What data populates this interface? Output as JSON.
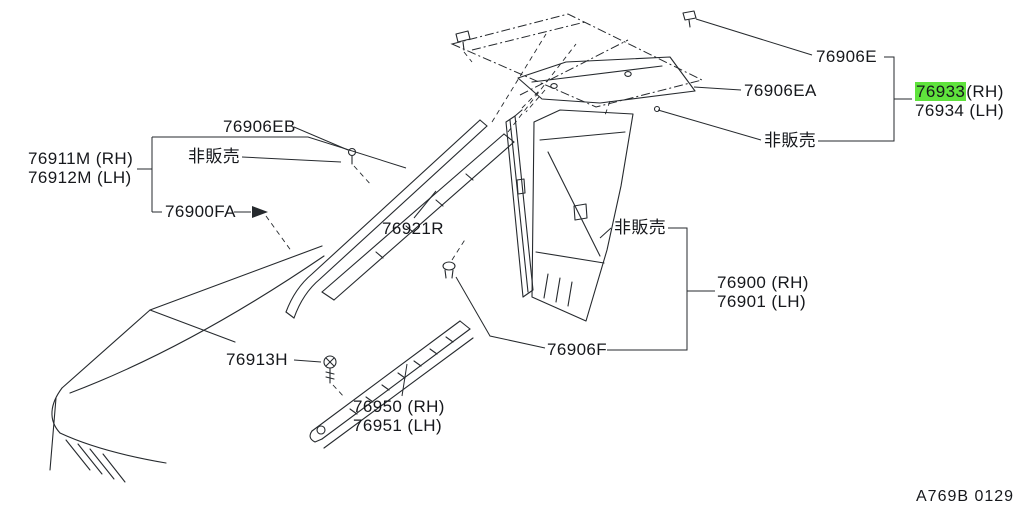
{
  "diagram": {
    "code": "A769B 0129",
    "highlight_color": "#5fe33c"
  },
  "labels": {
    "l76906E": {
      "text": "76906E"
    },
    "l76906EA": {
      "text": "76906EA"
    },
    "l76933": {
      "number": "76933",
      "side": "(RH)"
    },
    "l76934": {
      "text": "76934 (LH)"
    },
    "notSale1": {
      "text": "非販売"
    },
    "l76906EB": {
      "text": "76906EB"
    },
    "notSale2": {
      "text": "非販売"
    },
    "l76911M": {
      "text": "76911M (RH)"
    },
    "l76912M": {
      "text": "76912M (LH)"
    },
    "l76900FA": {
      "text": "76900FA"
    },
    "l76921R": {
      "text": "76921R"
    },
    "notSale3": {
      "text": "非販売"
    },
    "l76900": {
      "text": "76900 (RH)"
    },
    "l76901": {
      "text": "76901 (LH)"
    },
    "l76906F": {
      "text": "76906F"
    },
    "l76913H": {
      "text": "76913H"
    },
    "l76950": {
      "text": "76950 (RH)"
    },
    "l76951": {
      "text": "76951 (LH)"
    }
  }
}
